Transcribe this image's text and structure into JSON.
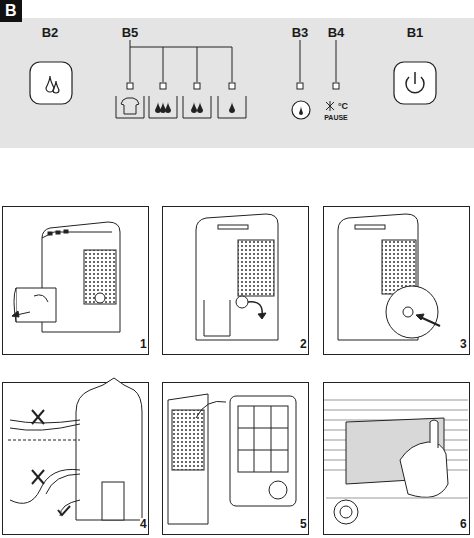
{
  "diagram": {
    "labels": [
      "B",
      "B2",
      "B5",
      "B3",
      "B4",
      "B1",
      "°C",
      "PAUSE",
      "1",
      "2",
      "3",
      "4",
      "5",
      "6"
    ]
  }
}
